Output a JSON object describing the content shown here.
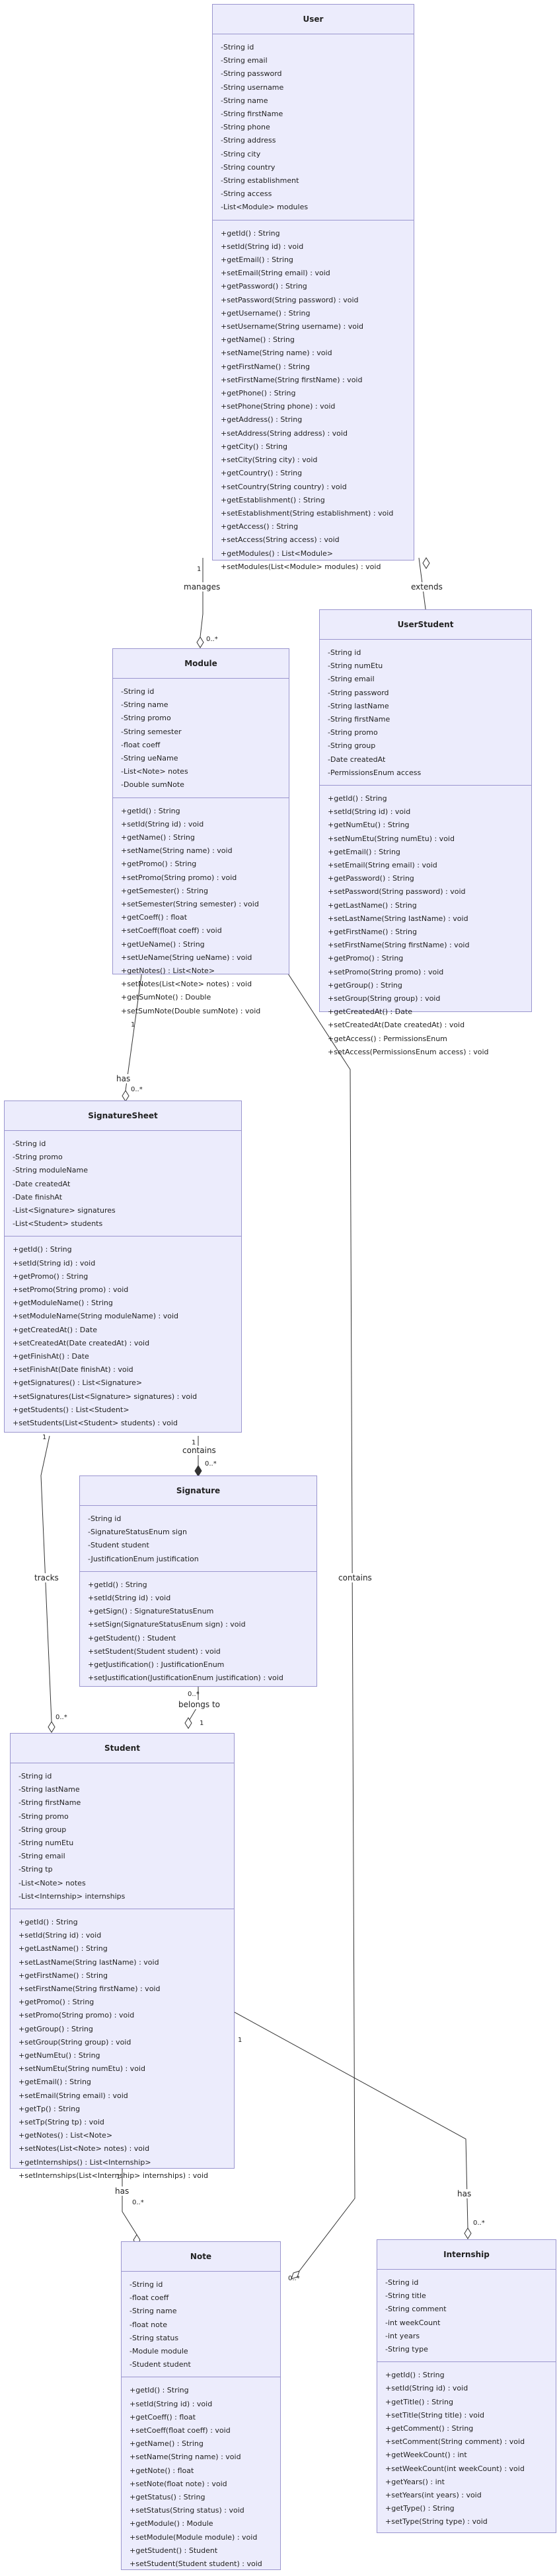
{
  "classes": {
    "user": {
      "name": "User",
      "attributes": [
        "-String id",
        "-String email",
        "-String password",
        "-String username",
        "-String name",
        "-String firstName",
        "-String phone",
        "-String address",
        "-String city",
        "-String country",
        "-String establishment",
        "-String access",
        "-List<Module> modules"
      ],
      "methods": [
        "+getId() : String",
        "+setId(String id) : void",
        "+getEmail() : String",
        "+setEmail(String email) : void",
        "+getPassword() : String",
        "+setPassword(String password) : void",
        "+getUsername() : String",
        "+setUsername(String username) : void",
        "+getName() : String",
        "+setName(String name) : void",
        "+getFirstName() : String",
        "+setFirstName(String firstName) : void",
        "+getPhone() : String",
        "+setPhone(String phone) : void",
        "+getAddress() : String",
        "+setAddress(String address) : void",
        "+getCity() : String",
        "+setCity(String city) : void",
        "+getCountry() : String",
        "+setCountry(String country) : void",
        "+getEstablishment() : String",
        "+setEstablishment(String establishment) : void",
        "+getAccess() : String",
        "+setAccess(String access) : void",
        "+getModules() : List<Module>",
        "+setModules(List<Module> modules) : void"
      ]
    },
    "module": {
      "name": "Module",
      "attributes": [
        "-String id",
        "-String name",
        "-String promo",
        "-String semester",
        "-float coeff",
        "-String ueName",
        "-List<Note> notes",
        "-Double sumNote"
      ],
      "methods": [
        "+getId() : String",
        "+setId(String id) : void",
        "+getName() : String",
        "+setName(String name) : void",
        "+getPromo() : String",
        "+setPromo(String promo) : void",
        "+getSemester() : String",
        "+setSemester(String semester) : void",
        "+getCoeff() : float",
        "+setCoeff(float coeff) : void",
        "+getUeName() : String",
        "+setUeName(String ueName) : void",
        "+getNotes() : List<Note>",
        "+setNotes(List<Note> notes) : void",
        "+getSumNote() : Double",
        "+setSumNote(Double sumNote) : void"
      ]
    },
    "userstudent": {
      "name": "UserStudent",
      "attributes": [
        "-String id",
        "-String numEtu",
        "-String email",
        "-String password",
        "-String lastName",
        "-String firstName",
        "-String promo",
        "-String group",
        "-Date createdAt",
        "-PermissionsEnum access"
      ],
      "methods": [
        "+getId() : String",
        "+setId(String id) : void",
        "+getNumEtu() : String",
        "+setNumEtu(String numEtu) : void",
        "+getEmail() : String",
        "+setEmail(String email) : void",
        "+getPassword() : String",
        "+setPassword(String password) : void",
        "+getLastName() : String",
        "+setLastName(String lastName) : void",
        "+getFirstName() : String",
        "+setFirstName(String firstName) : void",
        "+getPromo() : String",
        "+setPromo(String promo) : void",
        "+getGroup() : String",
        "+setGroup(String group) : void",
        "+getCreatedAt() : Date",
        "+setCreatedAt(Date createdAt) : void",
        "+getAccess() : PermissionsEnum",
        "+setAccess(PermissionsEnum access) : void"
      ]
    },
    "signaturesheet": {
      "name": "SignatureSheet",
      "attributes": [
        "-String id",
        "-String promo",
        "-String moduleName",
        "-Date createdAt",
        "-Date finishAt",
        "-List<Signature> signatures",
        "-List<Student> students"
      ],
      "methods": [
        "+getId() : String",
        "+setId(String id) : void",
        "+getPromo() : String",
        "+setPromo(String promo) : void",
        "+getModuleName() : String",
        "+setModuleName(String moduleName) : void",
        "+getCreatedAt() : Date",
        "+setCreatedAt(Date createdAt) : void",
        "+getFinishAt() : Date",
        "+setFinishAt(Date finishAt) : void",
        "+getSignatures() : List<Signature>",
        "+setSignatures(List<Signature> signatures) : void",
        "+getStudents() : List<Student>",
        "+setStudents(List<Student> students) : void"
      ]
    },
    "signature": {
      "name": "Signature",
      "attributes": [
        "-String id",
        "-SignatureStatusEnum sign",
        "-Student student",
        "-JustificationEnum justification"
      ],
      "methods": [
        "+getId() : String",
        "+setId(String id) : void",
        "+getSign() : SignatureStatusEnum",
        "+setSign(SignatureStatusEnum sign) : void",
        "+getStudent() : Student",
        "+setStudent(Student student) : void",
        "+getJustification() : JustificationEnum",
        "+setJustification(JustificationEnum justification) : void"
      ]
    },
    "student": {
      "name": "Student",
      "attributes": [
        "-String id",
        "-String lastName",
        "-String firstName",
        "-String promo",
        "-String group",
        "-String numEtu",
        "-String email",
        "-String tp",
        "-List<Note> notes",
        "-List<Internship> internships"
      ],
      "methods": [
        "+getId() : String",
        "+setId(String id) : void",
        "+getLastName() : String",
        "+setLastName(String lastName) : void",
        "+getFirstName() : String",
        "+setFirstName(String firstName) : void",
        "+getPromo() : String",
        "+setPromo(String promo) : void",
        "+getGroup() : String",
        "+setGroup(String group) : void",
        "+getNumEtu() : String",
        "+setNumEtu(String numEtu) : void",
        "+getEmail() : String",
        "+setEmail(String email) : void",
        "+getTp() : String",
        "+setTp(String tp) : void",
        "+getNotes() : List<Note>",
        "+setNotes(List<Note> notes) : void",
        "+getInternships() : List<Internship>",
        "+setInternships(List<Internship> internships) : void"
      ]
    },
    "note": {
      "name": "Note",
      "attributes": [
        "-String id",
        "-float coeff",
        "-String name",
        "-float note",
        "-String status",
        "-Module module",
        "-Student student"
      ],
      "methods": [
        "+getId() : String",
        "+setId(String id) : void",
        "+getCoeff() : float",
        "+setCoeff(float coeff) : void",
        "+getName() : String",
        "+setName(String name) : void",
        "+getNote() : float",
        "+setNote(float note) : void",
        "+getStatus() : String",
        "+setStatus(String status) : void",
        "+getModule() : Module",
        "+setModule(Module module) : void",
        "+getStudent() : Student",
        "+setStudent(Student student) : void"
      ]
    },
    "internship": {
      "name": "Internship",
      "attributes": [
        "-String id",
        "-String title",
        "-String comment",
        "-int weekCount",
        "-int years",
        "-String type"
      ],
      "methods": [
        "+getId() : String",
        "+setId(String id) : void",
        "+getTitle() : String",
        "+setTitle(String title) : void",
        "+getComment() : String",
        "+setComment(String comment) : void",
        "+getWeekCount() : int",
        "+setWeekCount(int weekCount) : void",
        "+getYears() : int",
        "+setYears(int years) : void",
        "+getType() : String",
        "+setType(String type) : void"
      ]
    }
  },
  "relations": {
    "manages": {
      "label": "manages",
      "from_mult": "1",
      "to_mult": "0..*"
    },
    "extends": {
      "label": "extends"
    },
    "module_has": {
      "label": "has",
      "from_mult": "1",
      "to_mult": "0..*"
    },
    "contains_sig": {
      "label": "contains",
      "from_mult": "1",
      "to_mult": "0..*"
    },
    "tracks": {
      "label": "tracks",
      "from_mult": "1",
      "to_mult": "0..*"
    },
    "belongs_to": {
      "label": "belongs to",
      "from_mult": "0..*",
      "to_mult": "1"
    },
    "contains_notes": {
      "label": "contains",
      "to_mult": "0..*"
    },
    "student_has_note": {
      "label": "has",
      "from_mult": "1",
      "to_mult": "0..*"
    },
    "student_has_internship": {
      "label": "has",
      "from_mult": "1",
      "to_mult": "0..*"
    }
  },
  "colors": {
    "class_fill": "#ececfc",
    "class_border": "#9a95cf",
    "line": "#333333"
  }
}
